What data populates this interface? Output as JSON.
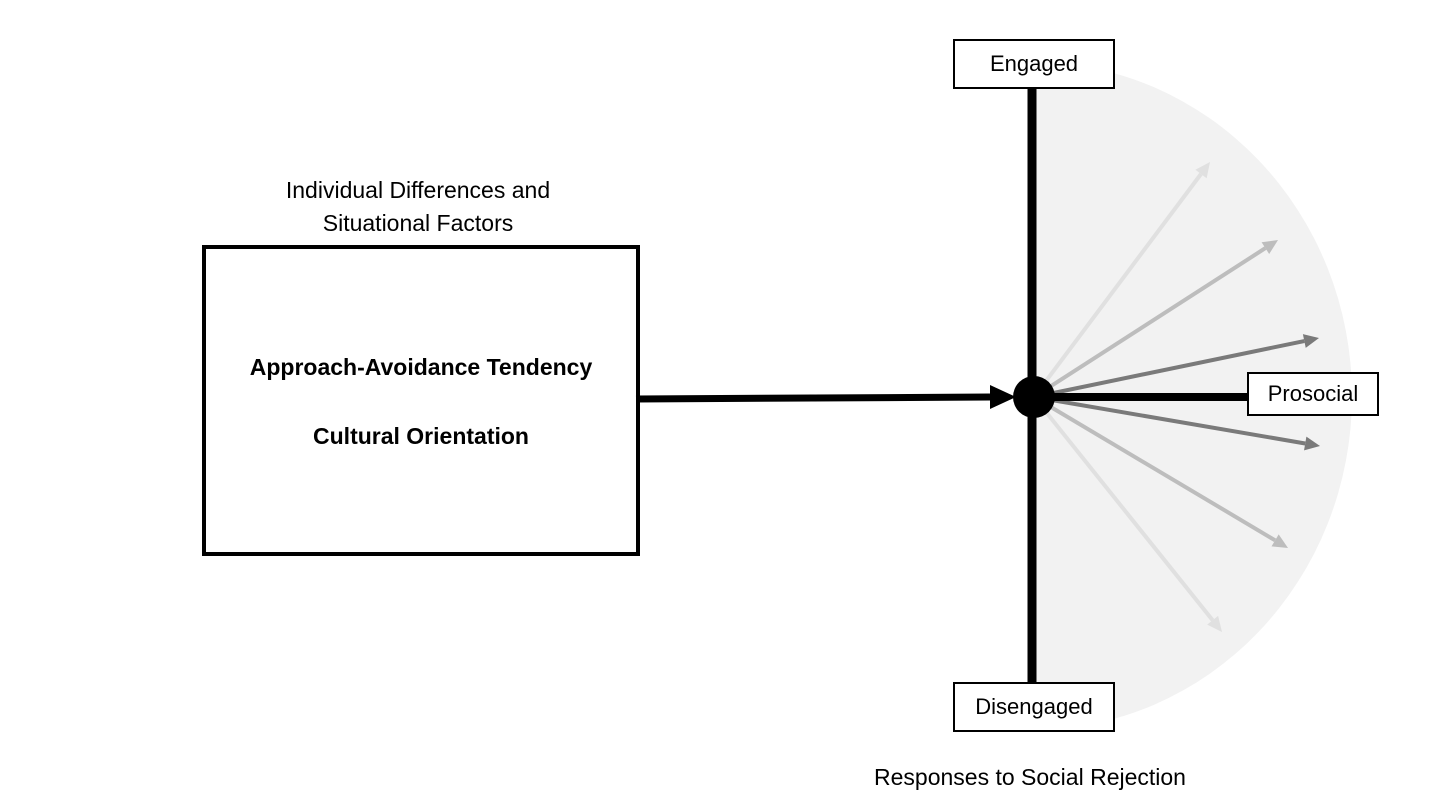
{
  "factors": {
    "caption_line1": "Individual Differences and",
    "caption_line2": "Situational Factors",
    "items": [
      "Approach-Avoidance Tendency",
      "Cultural Orientation"
    ]
  },
  "response_space": {
    "top_label": "Engaged",
    "bottom_label": "Disengaged",
    "right_label": "Prosocial",
    "caption": "Responses to Social Rejection"
  },
  "colors": {
    "axis": "#000000",
    "halo": "#f2f2f2",
    "arrow_strong": "#7a7a7a",
    "arrow_mid": "#bdbdbd",
    "arrow_faint": "#e0e0e0"
  }
}
